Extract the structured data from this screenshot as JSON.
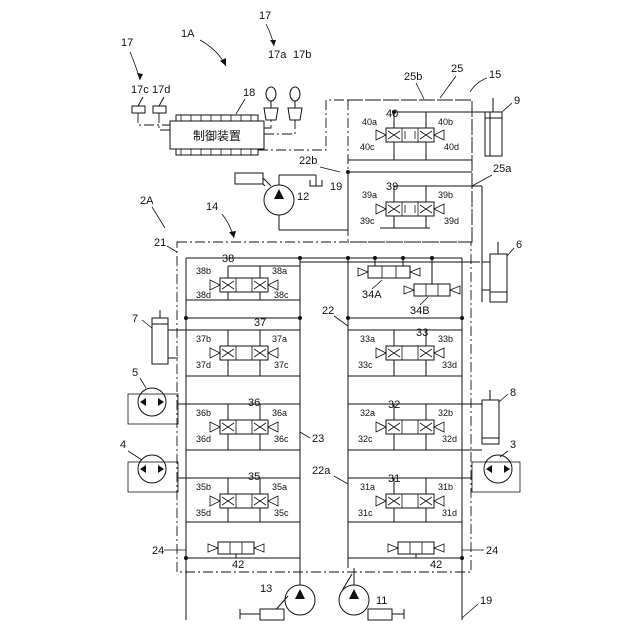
{
  "control_unit": {
    "label": "制御装置",
    "ref": "18"
  },
  "system_labels": {
    "hydraulic_system": "1A",
    "operating_device": "17",
    "operating_device_left": "17",
    "lever_a": "17a",
    "lever_b": "17b",
    "pedal_c": "17c",
    "pedal_d": "17d"
  },
  "circuit_labels": {
    "circuit_2a": "2A",
    "block_21": "21",
    "block_14": "14",
    "block_15": "15",
    "block_25": "25",
    "block_25b": "25b",
    "line_25a": "25a",
    "line_22b": "22b",
    "line_22": "22",
    "line_22a": "22a",
    "line_23": "23",
    "tank_19_top": "19",
    "tank_19_bottom": "19",
    "return_24_left": "24",
    "return_24_right": "24"
  },
  "actuators": {
    "cyl_9": "9",
    "cyl_6": "6",
    "cyl_7": "7",
    "cyl_8": "8",
    "motor_5": "5",
    "motor_4": "4",
    "motor_3": "3"
  },
  "pumps": {
    "pump_12": "12",
    "pump_13": "13",
    "pump_11": "11"
  },
  "valves": [
    {
      "id": "40",
      "a": "40a",
      "b": "40b",
      "c": "40c",
      "d": "40d"
    },
    {
      "id": "39",
      "a": "39a",
      "b": "39b",
      "c": "39c",
      "d": "39d"
    },
    {
      "id": "38",
      "a": "38a",
      "b": "38b",
      "c": "38c",
      "d": "38d"
    },
    {
      "id": "37",
      "a": "37a",
      "b": "37b",
      "c": "37c",
      "d": "37d"
    },
    {
      "id": "36",
      "a": "36a",
      "b": "36b",
      "c": "36c",
      "d": "36d"
    },
    {
      "id": "35",
      "a": "35a",
      "b": "35b",
      "c": "35c",
      "d": "35d"
    },
    {
      "id": "33",
      "a": "33a",
      "b": "33b",
      "c": "33c",
      "d": "33d"
    },
    {
      "id": "32",
      "a": "32a",
      "b": "32b",
      "c": "32c",
      "d": "32d"
    },
    {
      "id": "31",
      "a": "31a",
      "b": "31b",
      "c": "31c",
      "d": "31d"
    }
  ],
  "aux_valves": {
    "v34a": "34A",
    "v34b": "34B",
    "v42_left": "42",
    "v42_right": "42"
  }
}
